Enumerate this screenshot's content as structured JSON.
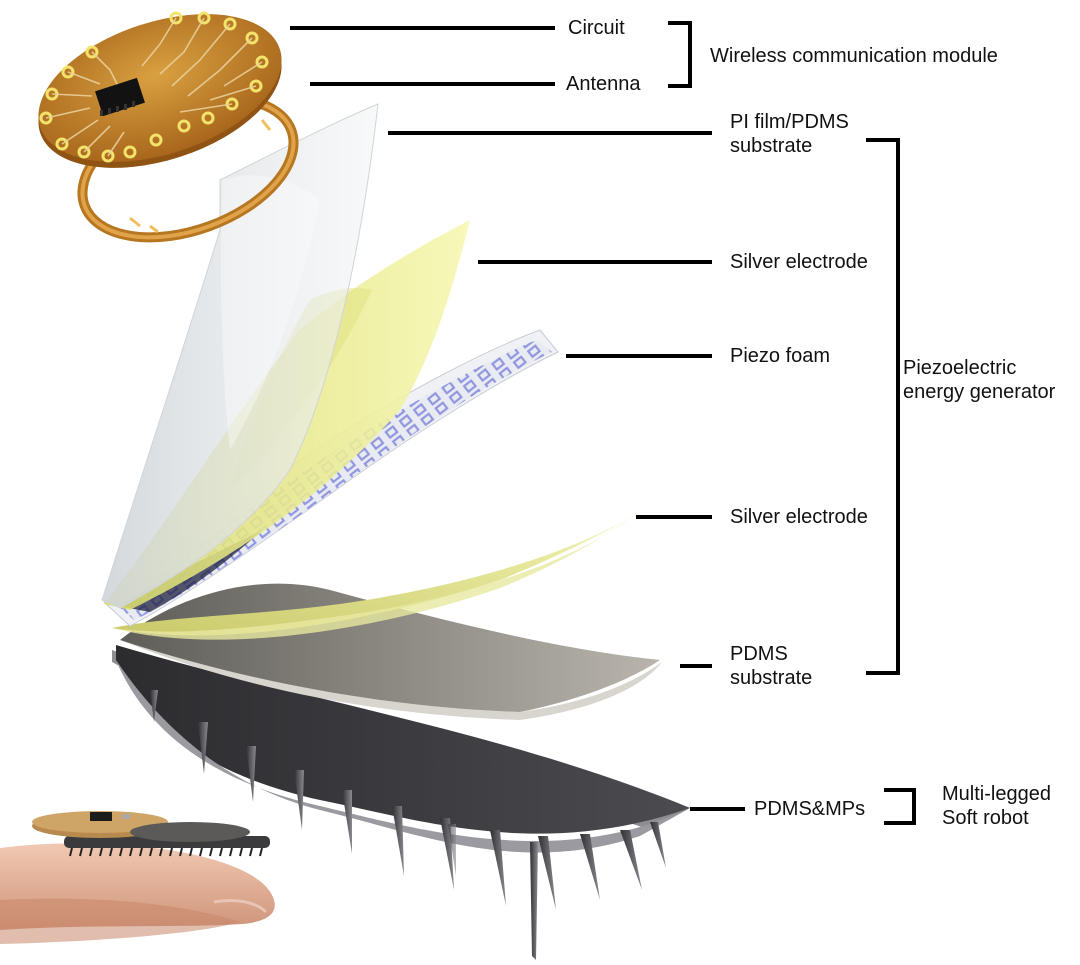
{
  "labels": {
    "circuit": "Circuit",
    "antenna": "Antenna",
    "wireless_module": "Wireless communication module",
    "pi_film": "PI film/PDMS\nsubstrate",
    "silver_top": "Silver electrode",
    "piezo_foam": "Piezo foam",
    "piezo_generator": "Piezoelectric\nenergy generator",
    "silver_bottom": "Silver electrode",
    "pdms_substrate": "PDMS\nsubstrate",
    "pdms_mps": "PDMS&MPs",
    "soft_robot": "Multi-legged\nSoft robot"
  },
  "colors": {
    "pcb": "#c98a2a",
    "pad": "#f3e36a",
    "chip": "#111111",
    "pi_film": "#dfe3e6",
    "silver": "#eef08a",
    "foam": "#e6e8ee",
    "foam_cells": "#8f95e0",
    "pdms": "#7d7a72",
    "robot": "#3a3a3d",
    "legs": "#4a4a4e",
    "skin": "#e8b9a2",
    "line": "#000000"
  }
}
